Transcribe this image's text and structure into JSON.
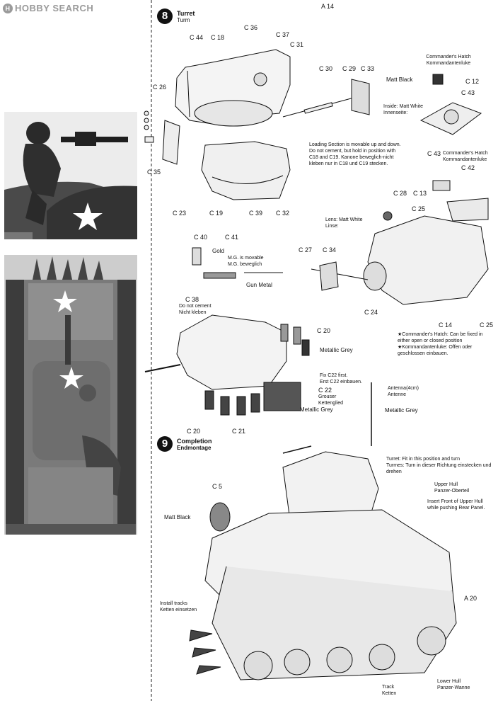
{
  "watermark": {
    "text": "HOBBY SEARCH",
    "icon": "H"
  },
  "top_label": "A 14",
  "step8": {
    "number": "8",
    "title": "Turret",
    "subtitle": "Turm",
    "parts": [
      "C 44",
      "C 18",
      "C 36",
      "C 37",
      "C 31",
      "C 26",
      "C 30",
      "C 29",
      "C 33",
      "C 35",
      "C 23",
      "C 19",
      "C 39",
      "C 32"
    ],
    "loading_note": "Loading Section is movable up and down. Do not cement, but hold in position with C18 and C19. Kanone beweglich-nicht kleben nur in C18 und C19 stecken.",
    "commanders_hatch_title": "Commander's Hatch",
    "commanders_hatch_de": "Kommandantenluke",
    "matt_black": "Matt Black",
    "c12": "C 12",
    "c43": "C 43",
    "inside_note": "Inside: Matt White",
    "inside_note_de": "Innenseite:",
    "hatch2_label": "Commander's Hatch",
    "hatch2_label_de": "Kommandantenluke",
    "c43b": "C 43",
    "c42": "C 42",
    "c28": "C 28",
    "c13": "C 13",
    "c25": "C 25",
    "lens_note": "Lens: Matt White",
    "lens_note_de": "Linse:",
    "c40": "C 40",
    "c41": "C 41",
    "gold": "Gold",
    "mg_note": "M.G. is movable",
    "mg_note_de": "M.G. beweglich",
    "c27": "C 27",
    "c34": "C 34",
    "gun_metal": "Gun Metal",
    "c38": "C 38",
    "c38_note": "Do not cement",
    "c38_note_de": "Nicht kleben",
    "c24": "C 24",
    "c14": "C 14",
    "c25b": "C 25",
    "c20": "C 20",
    "metallic_grey": "Metallic Grey",
    "hatch_position_note": "★Commander's Hatch: Can be fixed in either open or closed position",
    "hatch_position_note_de": "★Kommandantenluke: Offen oder geschlossen einbauen.",
    "fix_c22": "Fix C22 first.",
    "fix_c22_de": "Erst C22 einbauen.",
    "c22": "C 22",
    "grouser": "Grouser",
    "grouser_de": "Kettenglied",
    "metallic_grey2": "Metallic Grey",
    "antenna": "Antenna(4cm)",
    "antenna_de": "Antenne",
    "metallic_grey3": "Metallic Grey",
    "c20b": "C 20",
    "c21": "C 21"
  },
  "step9": {
    "number": "9",
    "title": "Completion",
    "subtitle": "Endmontage",
    "c5": "C 5",
    "matt_black": "Matt Black",
    "turret_note": "Turret: Fit in this position and turn",
    "turret_note_de": "Turmes: Turn in dieser Richtung einstecken und drehen",
    "upper_hull": "Upper Hull",
    "upper_hull_de": "Panzer-Oberteil",
    "insert_note": "Insert Front of Upper Hull while pushing Rear Panel.",
    "a20": "A 20",
    "install_tracks": "Install tracks",
    "install_tracks_de": "Ketten einsetzen",
    "lower_hull": "Lower Hull",
    "lower_hull_de": "Panzer-Wanne",
    "track": "Track",
    "track_de": "Ketten"
  }
}
